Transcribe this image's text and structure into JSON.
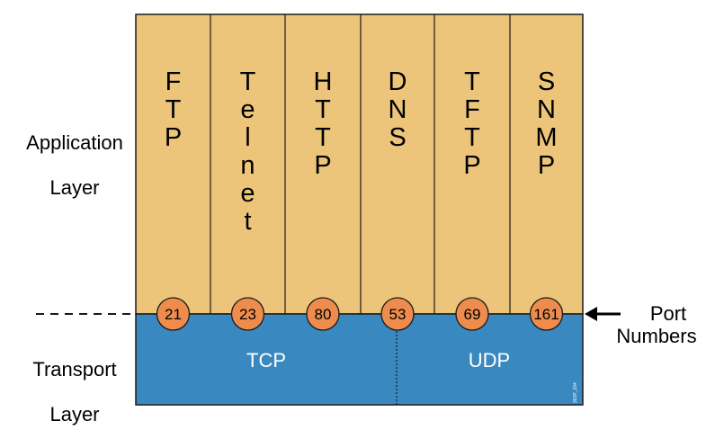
{
  "labels": {
    "application_layer": [
      "Application",
      "Layer"
    ],
    "transport_layer": [
      "Transport",
      "Layer"
    ],
    "port_numbers": [
      "Port",
      "Numbers"
    ]
  },
  "protocols": [
    {
      "name": "FTP",
      "port": "21"
    },
    {
      "name": "Telnet",
      "port": "23"
    },
    {
      "name": "HTTP",
      "port": "80"
    },
    {
      "name": "DNS",
      "port": "53"
    },
    {
      "name": "TFTP",
      "port": "69"
    },
    {
      "name": "SNMP",
      "port": "161"
    }
  ],
  "transport": {
    "tcp": "TCP",
    "udp": "UDP"
  },
  "figure_id": "361P_104",
  "colors": {
    "application": "#EDC57A",
    "transport": "#3A88C0",
    "port_circle": "#EE8C4E",
    "outline": "#1a1a1a"
  }
}
